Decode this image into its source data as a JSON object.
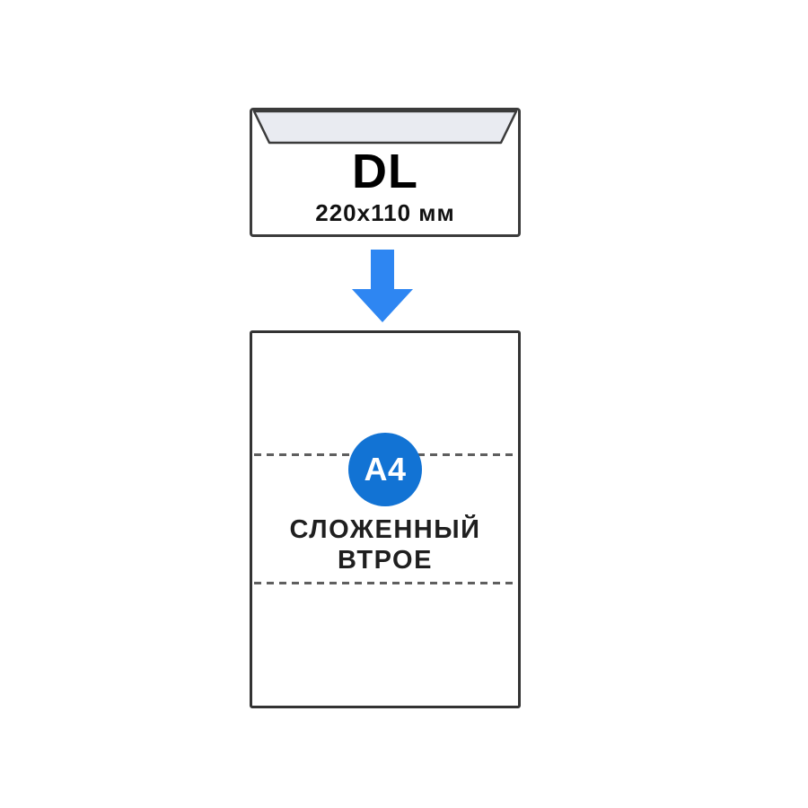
{
  "colors": {
    "arrow": "#2e86f2",
    "badge": "#1273d4",
    "outline": "#3b3b3b",
    "flap_fill": "#e9ebf1",
    "fold_dash": "#5f5f5f",
    "text": "#1a1a1a"
  },
  "envelope": {
    "format_label": "DL",
    "size_label": "220x110 мм"
  },
  "sheet": {
    "badge_label": "A4",
    "caption_line1": "СЛОЖЕННЫЙ",
    "caption_line2": "ВТРОЕ"
  }
}
